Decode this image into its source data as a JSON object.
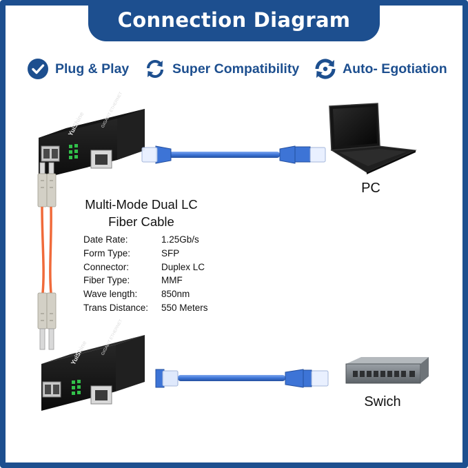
{
  "header": {
    "title": "Connection Diagram"
  },
  "features": [
    {
      "label": "Plug & Play",
      "icon": "check-circle-icon"
    },
    {
      "label": "Super Compatibility",
      "icon": "sync-arrows-icon"
    },
    {
      "label": "Auto- Egotiation",
      "icon": "auto-cycle-icon"
    }
  ],
  "devices": {
    "pc_label": "PC",
    "switch_label": "Swich",
    "converter_brand": "YuiShine",
    "converter_model": "GIGABIT ETHERNET"
  },
  "cable": {
    "title_line1": "Multi-Mode Dual LC",
    "title_line2": "Fiber Cable",
    "specs": [
      {
        "key": "Date Rate:",
        "value": "1.25Gb/s"
      },
      {
        "key": "Form Type:",
        "value": "SFP"
      },
      {
        "key": "Connector:",
        "value": "Duplex LC"
      },
      {
        "key": "Fiber Type:",
        "value": "MMF"
      },
      {
        "key": "Wave length:",
        "value": "850nm"
      },
      {
        "key": "Trans Distance:",
        "value": "550 Meters"
      }
    ]
  },
  "colors": {
    "brand_blue": "#1d4f8f",
    "ethernet_cable": "#3d74d6",
    "fiber_cable": "#f06a3a"
  }
}
